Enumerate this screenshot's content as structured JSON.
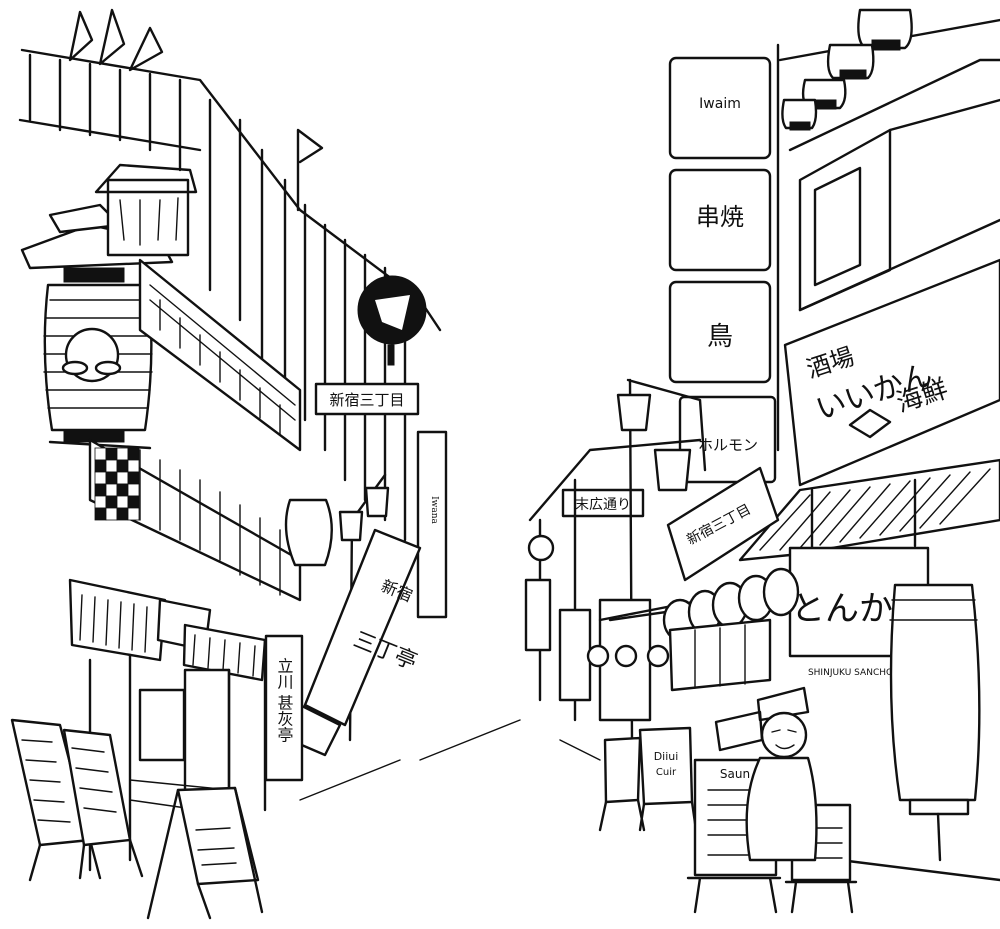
{
  "scene": {
    "ink_color": "#111111",
    "paper_color": "#ffffff"
  },
  "signs": {
    "shinjuku_sanchome": "新宿三丁目",
    "suehiro_dori": "末広通り",
    "kushiyaki": "串焼",
    "torimotsu": "鳥",
    "motsu_right": "ホルモン",
    "sakaba": "酒場",
    "kaisen": "海鮮",
    "tonkatsu": "とんかつ",
    "tonkatsu_caption": "SHINJUKU SANCHO-ME",
    "banner_top": "新宿",
    "banner_bottom": "三丁亭",
    "vertical_sign": "立川 甚灰亭",
    "diag_sign": "新宿三丁目"
  }
}
